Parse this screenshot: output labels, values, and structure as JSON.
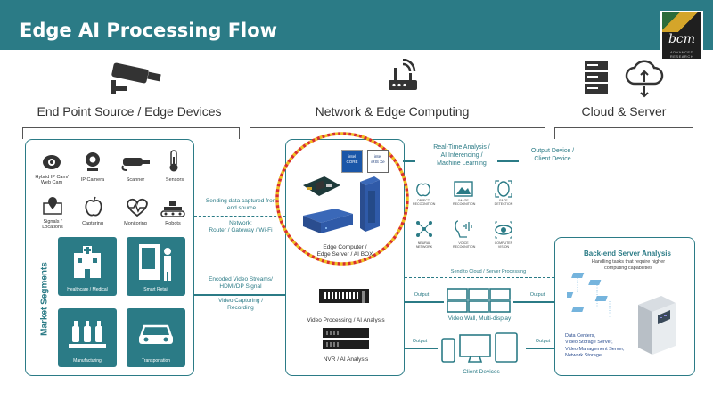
{
  "header": {
    "title": "Edge AI Processing Flow"
  },
  "logo": {
    "text": "bcm",
    "sub": "ADVANCED RESEARCH"
  },
  "sections": {
    "endpoint": "End Point Source / Edge Devices",
    "network": "Network & Edge Computing",
    "cloud": "Cloud & Server"
  },
  "devices": [
    {
      "label": "Hybrid IP Cam/\nWeb Cam",
      "icon": "dome-camera-icon"
    },
    {
      "label": "IP Camera",
      "icon": "ip-camera-icon"
    },
    {
      "label": "Scanner",
      "icon": "scanner-icon"
    },
    {
      "label": "Sensors",
      "icon": "thermometer-icon"
    },
    {
      "label": "Signals /\nLocations",
      "icon": "location-pin-icon"
    },
    {
      "label": "Capturing",
      "icon": "apple-icon"
    },
    {
      "label": "Monitoring",
      "icon": "heart-monitor-icon"
    },
    {
      "label": "Robots",
      "icon": "robot-icon"
    }
  ],
  "market": {
    "title": "Market Segments",
    "items": [
      "Healthcare / Medical",
      "Smart Retail",
      "Manufacturing",
      "Transportation"
    ]
  },
  "flow": {
    "sending": "Sending data captured from\nend source",
    "network": "Network:\nRouter / Gateway / Wi-Fi",
    "encoded": "Encoded Video Streams/\nHDMI/DP Signal",
    "capturing": "Video Capturing /\nRecording"
  },
  "edge": {
    "chip1": "intel\nCORE",
    "chip2": "intel\niRIS Xe",
    "box_label": "Edge Computer /\nEdge Server / AI BOX",
    "video_processing": "Video Processing / AI Analysis",
    "nvr": "NVR / AI Analysis"
  },
  "ai": {
    "title": "Real-Time Analysis /\nAI Inferencing /\nMachine Learning",
    "output": "Output Device /\nClient Device",
    "items": [
      "OBJECT\nRECOGNITION",
      "IMAGE\nRECOGNITION",
      "FACE\nDETECTION",
      "NEURAL\nNETWORK",
      "VOICE\nRECOGNITION",
      "COMPUTER\nVISION"
    ]
  },
  "cloud_flow": {
    "send_cloud": "Send to Cloud / Server Processing",
    "output": "Output",
    "video_wall": "Video Wall, Multi-display",
    "client_devices": "Client Devices"
  },
  "backend": {
    "title": "Back-end Server Analysis",
    "subtitle": "Handling tasks that require higher\ncomputing capabilities",
    "list": "Data Centers,\nVideo Storage Server,\nVideo Management Server,\nNetwork Storage"
  },
  "colors": {
    "teal": "#2b7b86",
    "highlight_red": "#d9302c",
    "highlight_yellow": "#f0c020",
    "edge_blue": "#2a4d8f"
  }
}
